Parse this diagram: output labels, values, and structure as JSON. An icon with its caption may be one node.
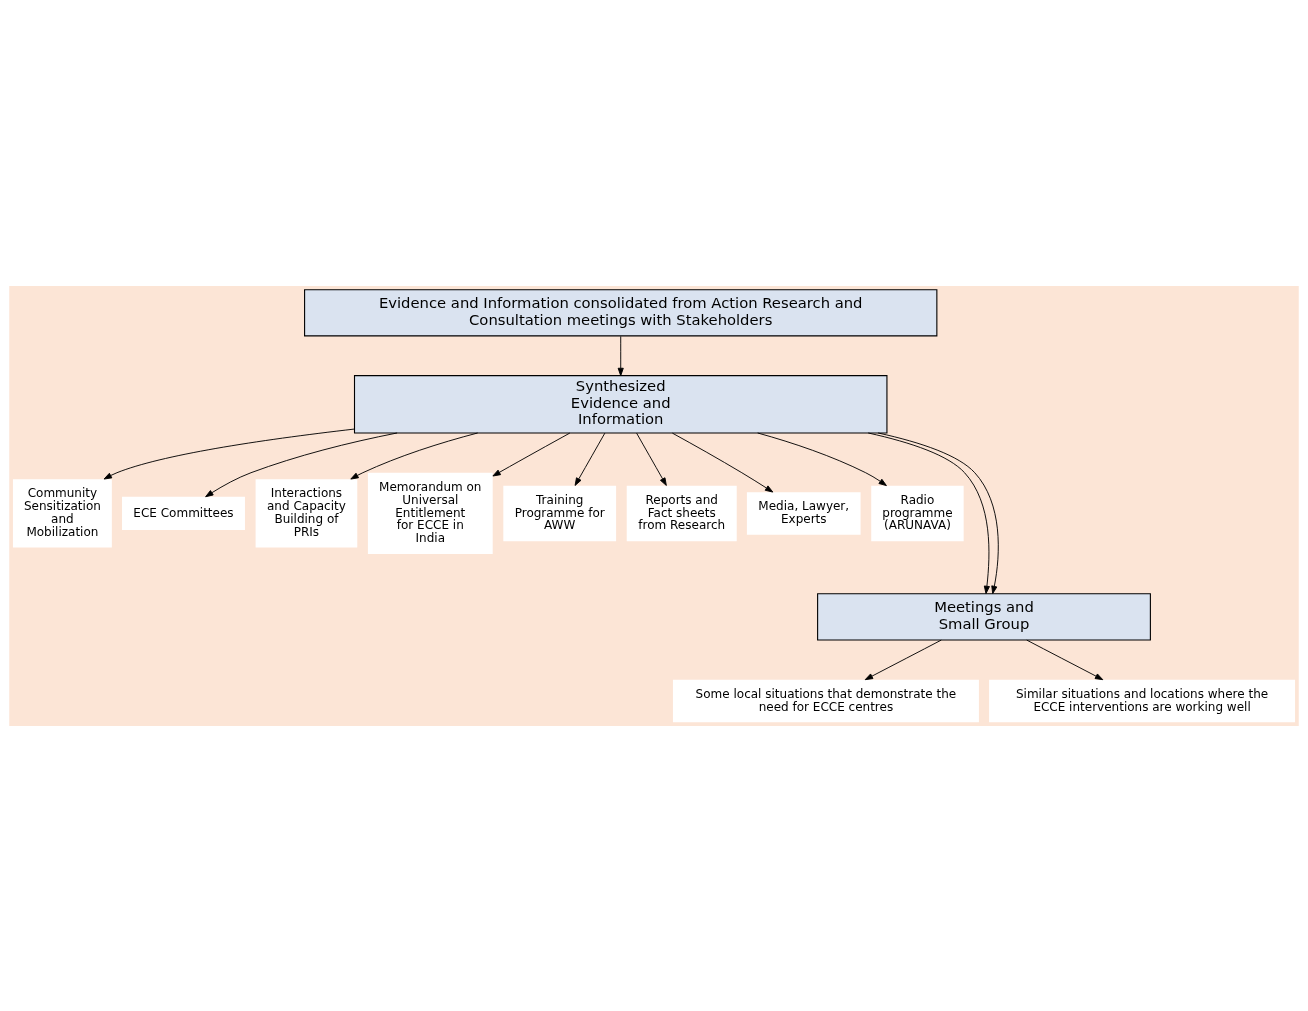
{
  "diagram": {
    "nodes": [
      {
        "text": [
          "Evidence and Information consolidated from Action Research and Consultation meetings with Stakeholders"
        ]
      },
      {
        "text": [
          "Synthesized Evidence and Information"
        ]
      },
      {
        "text": [
          "Community Sensitization and Mobilization"
        ]
      },
      {
        "text": [
          "ECE Committees"
        ]
      },
      {
        "text": [
          "Interactions and Capacity Building of PRIs"
        ]
      },
      {
        "text": [
          "Memorandum on Universal Entitlement for ECCE in India"
        ]
      },
      {
        "text": [
          "Training Programme for AWW"
        ]
      },
      {
        "text": [
          "Reports and Fact sheets from Research"
        ]
      },
      {
        "text": [
          "Media, Lawyer, Experts"
        ]
      },
      {
        "text": [
          "Radio programme (ARUNAVA)"
        ]
      },
      {
        "text": [
          "Meetings and Small Group"
        ]
      },
      {
        "text": [
          "Some local situations that demonstrate the need for ECCE centres"
        ]
      },
      {
        "text": [
          "Similar situations and locations where the ECCE interventions are working well"
        ]
      }
    ],
    "edges": [
      {
        "from": 0,
        "to": 1,
        "arrow": "to"
      },
      {
        "from": 1,
        "to": 2,
        "arrow": "to"
      },
      {
        "from": 1,
        "to": 3,
        "arrow": "to"
      },
      {
        "from": 1,
        "to": 4,
        "arrow": "to"
      },
      {
        "from": 1,
        "to": 10,
        "arrow": "to"
      },
      {
        "from": 1,
        "to": 5,
        "arrow": "to"
      },
      {
        "from": 1,
        "to": 10,
        "arrow": "to"
      },
      {
        "from": 1,
        "to": 6,
        "arrow": "to"
      },
      {
        "from": 1,
        "to": 7,
        "arrow": "to"
      },
      {
        "from": 1,
        "to": 9,
        "arrow": "to"
      },
      {
        "from": 1,
        "to": 8,
        "arrow": "to"
      },
      {
        "from": 10,
        "to": 11,
        "arrow": "to"
      },
      {
        "from": 10,
        "to": 12,
        "arrow": "to"
      }
    ]
  }
}
